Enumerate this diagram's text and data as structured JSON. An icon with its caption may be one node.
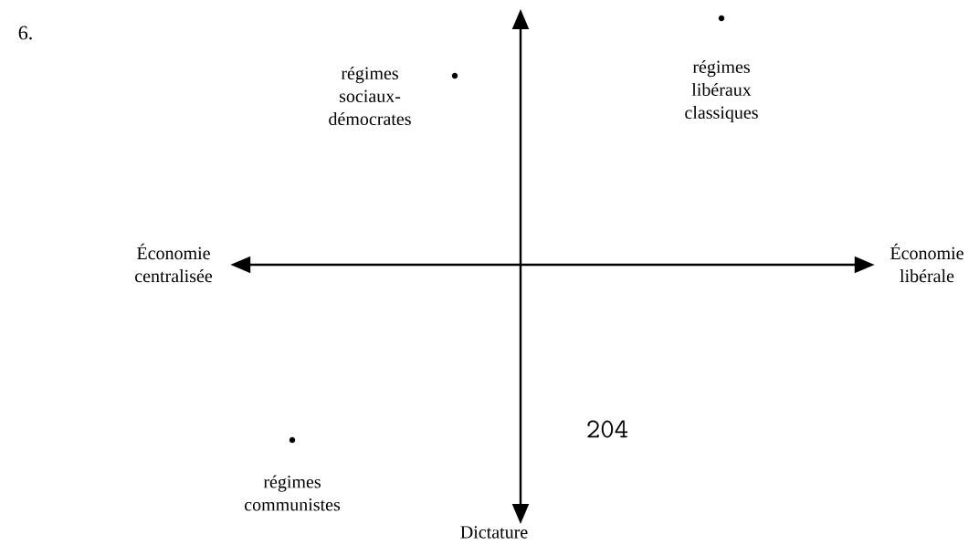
{
  "diagram": {
    "nodes": [
      {
        "text": [
          "Économie centralisée"
        ]
      },
      {
        "text": [
          "Économie libérale"
        ]
      },
      {
        "text": [
          "Dictature"
        ]
      }
    ],
    "edges": [
      {
        "from": 0,
        "to": 1,
        "arrow": "both"
      },
      {
        "from": null,
        "to": 2,
        "arrow": "both"
      }
    ],
    "labels": [
      "6.",
      "régimes sociaux-démocrates",
      "régimes libéraux classiques",
      "régimes communistes",
      "204"
    ]
  }
}
